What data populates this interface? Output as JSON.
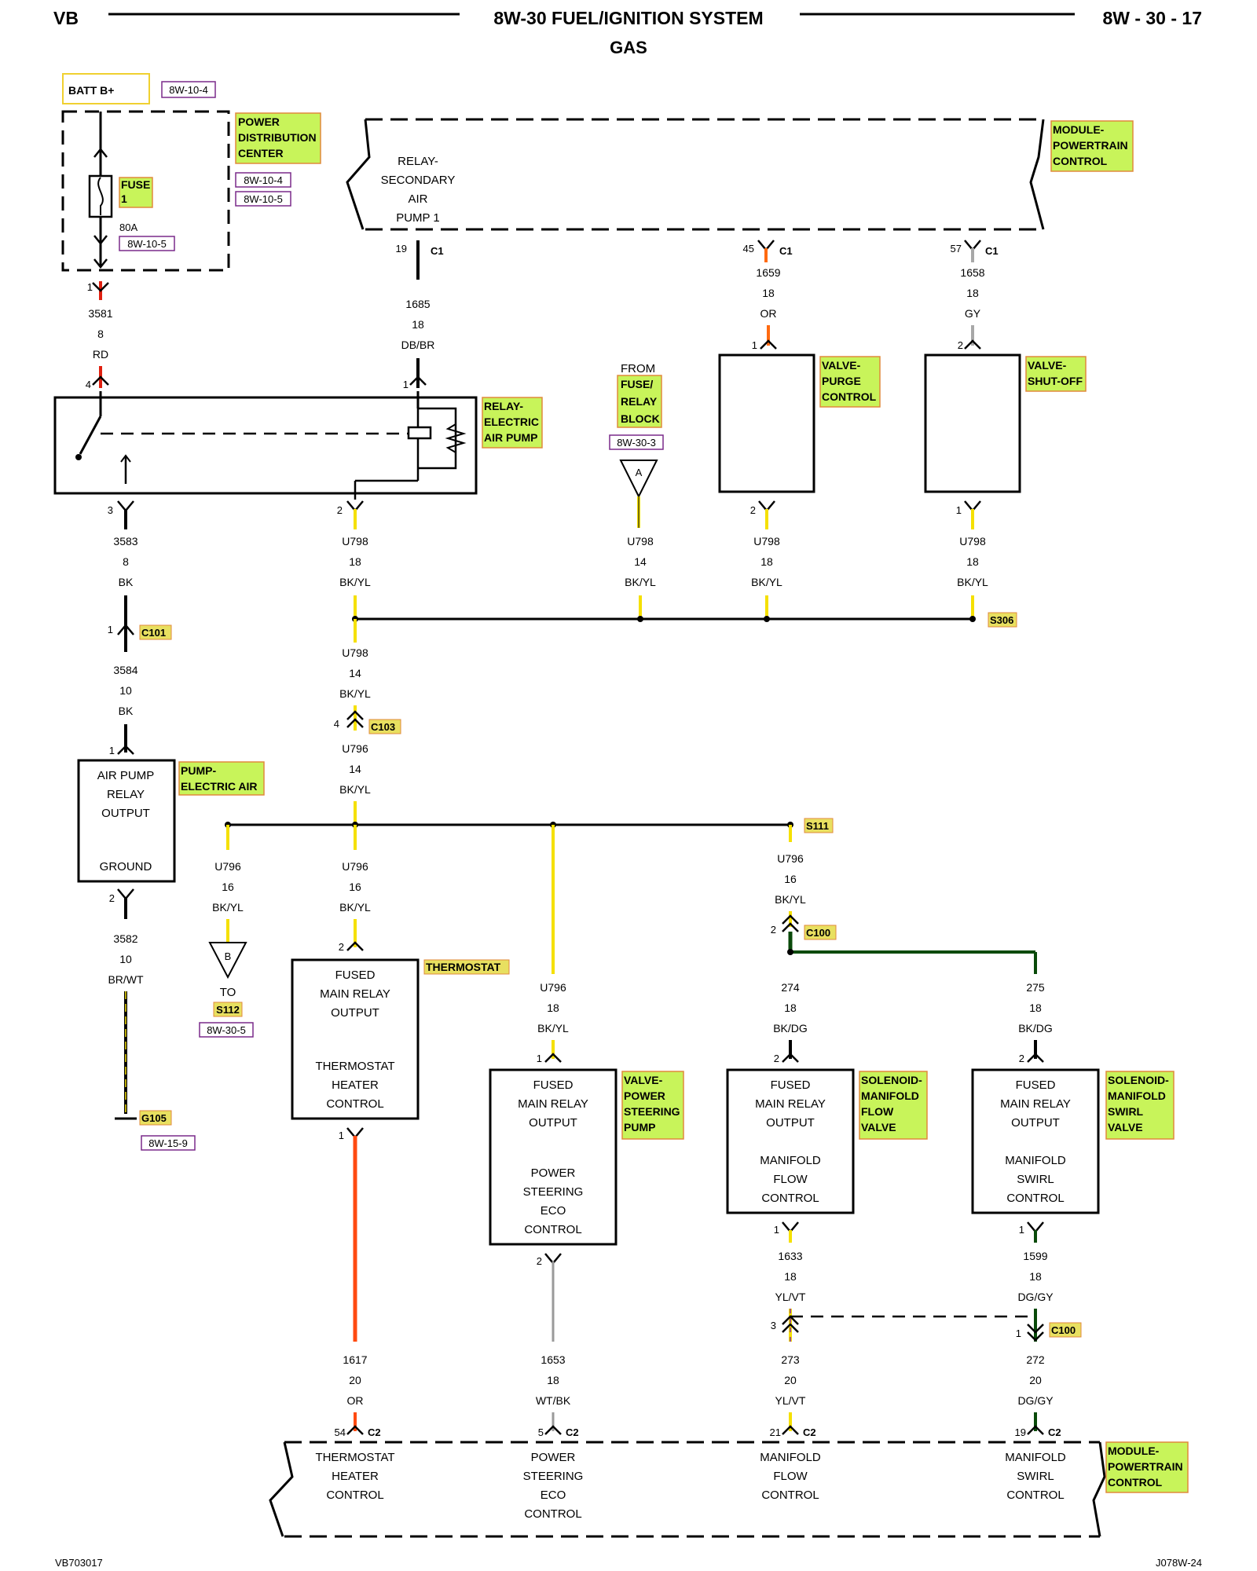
{
  "header": {
    "left": "VB",
    "title": "8W-30 FUEL/IGNITION SYSTEM",
    "page": "8W - 30 - 17",
    "subtitle": "GAS"
  },
  "footer": {
    "left": "VB703017",
    "right": "J078W-24"
  },
  "batt": {
    "label": "BATT B+",
    "ref": "8W-10-4"
  },
  "pdc": {
    "name": [
      "POWER",
      "DISTRIBUTION",
      "CENTER"
    ],
    "refs": [
      "8W-10-4",
      "8W-10-5"
    ],
    "fuse": [
      "FUSE",
      "1"
    ],
    "amps": "80A",
    "fuse_ref": "8W-10-5"
  },
  "pcm_top": {
    "name": [
      "MODULE-",
      "POWERTRAIN",
      "CONTROL"
    ],
    "text": [
      "RELAY-",
      "SECONDARY",
      "AIR",
      "PUMP 1"
    ]
  },
  "relay": {
    "name": [
      "RELAY-",
      "ELECTRIC",
      "AIR PUMP"
    ]
  },
  "fuse_block": {
    "text": [
      "FROM"
    ],
    "name": [
      "FUSE/",
      "RELAY",
      "BLOCK"
    ],
    "ref": "8W-30-3",
    "tag": "A"
  },
  "purge": {
    "name": [
      "VALVE-",
      "PURGE",
      "CONTROL"
    ]
  },
  "shutoff": {
    "name": [
      "VALVE-",
      "SHUT-OFF"
    ]
  },
  "pump": {
    "name": [
      "PUMP-",
      "ELECTRIC AIR"
    ],
    "text": [
      "AIR PUMP",
      "RELAY",
      "OUTPUT",
      "GROUND"
    ]
  },
  "thermostat": {
    "name": [
      "THERMOSTAT"
    ],
    "text": [
      "FUSED",
      "MAIN RELAY",
      "OUTPUT",
      "THERMOSTAT",
      "HEATER",
      "CONTROL"
    ]
  },
  "ps_valve": {
    "name": [
      "VALVE-",
      "POWER",
      "STEERING",
      "PUMP"
    ],
    "text": [
      "FUSED",
      "MAIN RELAY",
      "OUTPUT",
      "POWER",
      "STEERING",
      "ECO",
      "CONTROL"
    ]
  },
  "flow_sol": {
    "name": [
      "SOLENOID-",
      "MANIFOLD",
      "FLOW",
      "VALVE"
    ],
    "text": [
      "FUSED",
      "MAIN RELAY",
      "OUTPUT",
      "MANIFOLD",
      "FLOW",
      "CONTROL"
    ]
  },
  "swirl_sol": {
    "name": [
      "SOLENOID-",
      "MANIFOLD",
      "SWIRL",
      "VALVE"
    ],
    "text": [
      "FUSED",
      "MAIN RELAY",
      "OUTPUT",
      "MANIFOLD",
      "SWIRL",
      "CONTROL"
    ]
  },
  "to_s112": {
    "to": "TO",
    "splice": "S112",
    "ref": "8W-30-5",
    "tag": "B"
  },
  "ground": {
    "label": "G105",
    "ref": "8W-15-9"
  },
  "pcm_bottom": {
    "name": [
      "MODULE-",
      "POWERTRAIN",
      "CONTROL"
    ],
    "cols": [
      [
        "THERMOSTAT",
        "HEATER",
        "CONTROL"
      ],
      [
        "POWER",
        "STEERING",
        "ECO",
        "CONTROL"
      ],
      [
        "MANIFOLD",
        "FLOW",
        "CONTROL"
      ],
      [
        "MANIFOLD",
        "SWIRL",
        "CONTROL"
      ]
    ]
  },
  "connectors": {
    "c1": "C1",
    "c2": "C2",
    "c101": "C101",
    "c103": "C103",
    "c100": "C100",
    "s306": "S306",
    "s111": "S111"
  },
  "pins": {
    "fuse_out": "1",
    "pcm19": "19",
    "pcm45": "45",
    "pcm57": "57",
    "relay4": "4",
    "relay1": "1",
    "purge1": "1",
    "shut2": "2",
    "relay3": "3",
    "relay2": "2",
    "purge2": "2",
    "shut1": "1",
    "c101": "1",
    "pump1": "1",
    "c103": "4",
    "pump2": "2",
    "therm2": "2",
    "c100": "2",
    "ps1": "1",
    "flow2": "2",
    "swirl2": "2",
    "therm1": "1",
    "ps2": "2",
    "flow1": "1",
    "swirl1": "1",
    "c100_3": "3",
    "c100_1": "1",
    "c2_54": "54",
    "c2_5": "5",
    "c2_21": "21",
    "c2_19": "19"
  },
  "wires": {
    "w3581": [
      "3581",
      "8",
      "RD"
    ],
    "w1685": [
      "1685",
      "18",
      "DB/BR"
    ],
    "w1659": [
      "1659",
      "18",
      "OR"
    ],
    "w1658": [
      "1658",
      "18",
      "GY"
    ],
    "w3583": [
      "3583",
      "8",
      "BK"
    ],
    "u798a": [
      "U798",
      "18",
      "BK/YL"
    ],
    "u798b": [
      "U798",
      "14",
      "BK/YL"
    ],
    "u798c": [
      "U798",
      "18",
      "BK/YL"
    ],
    "u798d": [
      "U798",
      "18",
      "BK/YL"
    ],
    "w3584": [
      "3584",
      "10",
      "BK"
    ],
    "u798e": [
      "U798",
      "14",
      "BK/YL"
    ],
    "u796a": [
      "U796",
      "14",
      "BK/YL"
    ],
    "u796b": [
      "U796",
      "16",
      "BK/YL"
    ],
    "u796c": [
      "U796",
      "16",
      "BK/YL"
    ],
    "u796d": [
      "U796",
      "16",
      "BK/YL"
    ],
    "w3582": [
      "3582",
      "10",
      "BR/WT"
    ],
    "u796e": [
      "U796",
      "18",
      "BK/YL"
    ],
    "w274": [
      "274",
      "18",
      "BK/DG"
    ],
    "w275": [
      "275",
      "18",
      "BK/DG"
    ],
    "w1633": [
      "1633",
      "18",
      "YL/VT"
    ],
    "w1599": [
      "1599",
      "18",
      "DG/GY"
    ],
    "w1617": [
      "1617",
      "20",
      "OR"
    ],
    "w1653": [
      "1653",
      "18",
      "WT/BK"
    ],
    "w273": [
      "273",
      "20",
      "YL/VT"
    ],
    "w272": [
      "272",
      "20",
      "DG/GY"
    ]
  },
  "colors": {
    "label_fill": "#c8f45a",
    "label_border": "#e08a3c",
    "ref_border": "#7a2a8a",
    "batt_border": "#f0d030",
    "red": "#e02010",
    "orange": "#ff6a10",
    "yellow": "#f5e000",
    "gray": "#a8a8a8",
    "dk_green": "#0a4a0a"
  }
}
